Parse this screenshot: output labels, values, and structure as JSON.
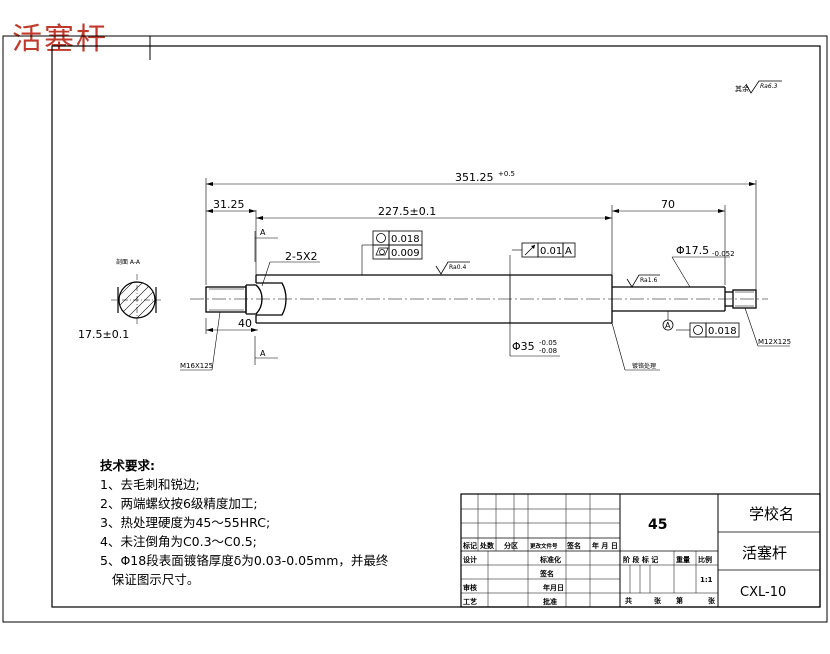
{
  "page_title": "活塞杆",
  "roughness_note": "其余",
  "roughness_value": "Ra6.3",
  "dimensions": {
    "overall_length": "351.25",
    "overall_tol": "+0.5",
    "left_end": "31.25",
    "mid_length": "227.5±0.1",
    "right_end": "70",
    "groove": "2-5X2",
    "left_shoulder": "40",
    "dia_right": "Φ17.5",
    "dia_right_tol": "-0.052",
    "dia_main": "Φ35",
    "dia_main_tol_top": "-0.05",
    "dia_main_tol_bot": "-0.08",
    "section_dia": "17.5±0.1",
    "thread_left": "M16X125",
    "thread_right": "M12X125"
  },
  "section": {
    "label": "剖面 A-A",
    "cut_letter": "A"
  },
  "tolerances": {
    "circularity": "0.018",
    "cylindricity": "0.009",
    "runout": "0.01",
    "datum": "A",
    "circ_right": "0.018"
  },
  "surface": {
    "ra_mid": "Ra0.4",
    "ra_right": "Ra1.6"
  },
  "notes": {
    "plating": "镀铬处理"
  },
  "tech_requirements": {
    "heading": "技术要求:",
    "items": [
      "1、去毛刺和锐边;",
      "2、两端螺纹按6级精度加工;",
      "3、热处理硬度为45～55HRC;",
      "4、未注倒角为C0.3～C0.5;",
      "5、Φ18段表面镀铬厚度δ为0.03-0.05mm，并最终",
      "   保证图示尺寸。"
    ]
  },
  "title_block": {
    "material": "45",
    "school": "学校名",
    "part_name": "活塞杆",
    "drawing_no": "CXL-10",
    "scale": "1:1",
    "rev_headers": [
      "标记",
      "处数",
      "分区",
      "更改文件号",
      "签名",
      "年 月 日"
    ],
    "design": "设计",
    "standardize": "标准化",
    "review": "审核",
    "process": "工艺",
    "approve": "批准",
    "sign": "签名",
    "date": "年月日",
    "stage_headers": [
      "阶 段 标 记",
      "重量",
      "比例"
    ],
    "sheet_total": "共",
    "sheet": "张",
    "sheet_no": "第",
    "sheet_unit": "张"
  }
}
